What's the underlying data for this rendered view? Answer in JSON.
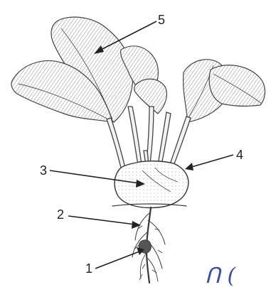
{
  "figure": {
    "callouts": [
      {
        "label": "1"
      },
      {
        "label": "2"
      },
      {
        "label": "3"
      },
      {
        "label": "4"
      },
      {
        "label": "5"
      }
    ],
    "handwriting": "ᑎ ("
  }
}
